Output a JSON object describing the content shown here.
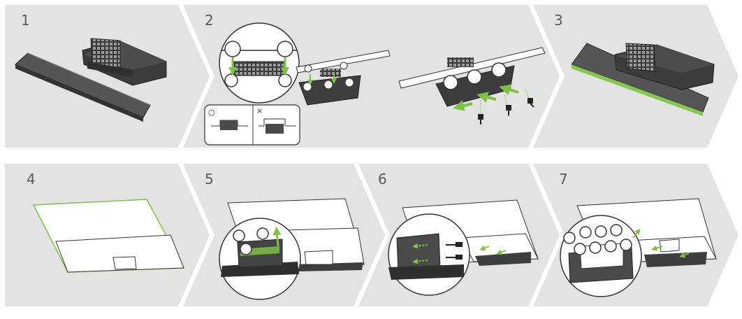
{
  "steps": [
    {
      "number": "1"
    },
    {
      "number": "2"
    },
    {
      "number": "3"
    },
    {
      "number": "4"
    },
    {
      "number": "5"
    },
    {
      "number": "6"
    },
    {
      "number": "7"
    }
  ],
  "step2_inset": {
    "ok_symbol": "○",
    "ng_symbol": "×"
  },
  "colors": {
    "panel_bg": "#e3e3e3",
    "accent_green": "#7dc242",
    "outline": "#333333",
    "dark_part": "#4a4a4a",
    "light_part": "#ffffff"
  }
}
